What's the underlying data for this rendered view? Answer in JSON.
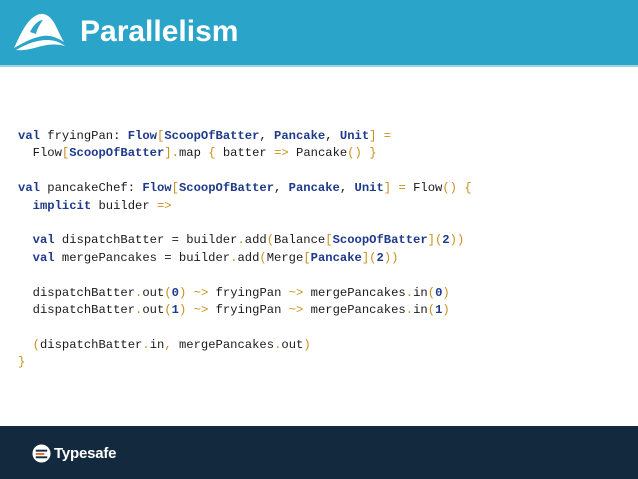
{
  "slide": {
    "title": "Parallelism"
  },
  "code_lines": [
    [
      [
        "kw",
        "val"
      ],
      [
        "t",
        " fryingPan: "
      ],
      [
        "ty",
        "Flow"
      ],
      [
        "pu",
        "["
      ],
      [
        "ty",
        "ScoopOfBatter"
      ],
      [
        "t",
        ", "
      ],
      [
        "ty",
        "Pancake"
      ],
      [
        "t",
        ", "
      ],
      [
        "ty",
        "Unit"
      ],
      [
        "pu",
        "]"
      ],
      [
        "t",
        " "
      ],
      [
        "pu",
        "="
      ]
    ],
    [
      [
        "t",
        "  Flow"
      ],
      [
        "pu",
        "["
      ],
      [
        "ty",
        "ScoopOfBatter"
      ],
      [
        "pu",
        "]"
      ],
      [
        "pu",
        "."
      ],
      [
        "t",
        "map "
      ],
      [
        "pu",
        "{"
      ],
      [
        "t",
        " batter "
      ],
      [
        "pu",
        "=>"
      ],
      [
        "t",
        " Pancake"
      ],
      [
        "pu",
        "()"
      ],
      [
        "t",
        " "
      ],
      [
        "pu",
        "}"
      ]
    ],
    [],
    [
      [
        "kw",
        "val"
      ],
      [
        "t",
        " pancakeChef: "
      ],
      [
        "ty",
        "Flow"
      ],
      [
        "pu",
        "["
      ],
      [
        "ty",
        "ScoopOfBatter"
      ],
      [
        "t",
        ", "
      ],
      [
        "ty",
        "Pancake"
      ],
      [
        "t",
        ", "
      ],
      [
        "ty",
        "Unit"
      ],
      [
        "pu",
        "]"
      ],
      [
        "t",
        " "
      ],
      [
        "pu",
        "="
      ],
      [
        "t",
        " Flow"
      ],
      [
        "pu",
        "()"
      ],
      [
        "t",
        " "
      ],
      [
        "pu",
        "{"
      ]
    ],
    [
      [
        "t",
        "  "
      ],
      [
        "kw",
        "implicit"
      ],
      [
        "t",
        " builder "
      ],
      [
        "pu",
        "=>"
      ]
    ],
    [],
    [
      [
        "t",
        "  "
      ],
      [
        "kw",
        "val"
      ],
      [
        "t",
        " dispatchBatter = builder"
      ],
      [
        "pu",
        "."
      ],
      [
        "t",
        "add"
      ],
      [
        "pu",
        "("
      ],
      [
        "t",
        "Balance"
      ],
      [
        "pu",
        "["
      ],
      [
        "ty",
        "ScoopOfBatter"
      ],
      [
        "pu",
        "]("
      ],
      [
        "nu",
        "2"
      ],
      [
        "pu",
        "))"
      ]
    ],
    [
      [
        "t",
        "  "
      ],
      [
        "kw",
        "val"
      ],
      [
        "t",
        " mergePancakes = builder"
      ],
      [
        "pu",
        "."
      ],
      [
        "t",
        "add"
      ],
      [
        "pu",
        "("
      ],
      [
        "t",
        "Merge"
      ],
      [
        "pu",
        "["
      ],
      [
        "ty",
        "Pancake"
      ],
      [
        "pu",
        "]("
      ],
      [
        "nu",
        "2"
      ],
      [
        "pu",
        "))"
      ]
    ],
    [],
    [
      [
        "t",
        "  dispatchBatter"
      ],
      [
        "pu",
        "."
      ],
      [
        "t",
        "out"
      ],
      [
        "pu",
        "("
      ],
      [
        "nu",
        "0"
      ],
      [
        "pu",
        ")"
      ],
      [
        "t",
        " "
      ],
      [
        "pu",
        "~>"
      ],
      [
        "t",
        " fryingPan "
      ],
      [
        "pu",
        "~>"
      ],
      [
        "t",
        " mergePancakes"
      ],
      [
        "pu",
        "."
      ],
      [
        "t",
        "in"
      ],
      [
        "pu",
        "("
      ],
      [
        "nu",
        "0"
      ],
      [
        "pu",
        ")"
      ]
    ],
    [
      [
        "t",
        "  dispatchBatter"
      ],
      [
        "pu",
        "."
      ],
      [
        "t",
        "out"
      ],
      [
        "pu",
        "("
      ],
      [
        "nu",
        "1"
      ],
      [
        "pu",
        ")"
      ],
      [
        "t",
        " "
      ],
      [
        "pu",
        "~>"
      ],
      [
        "t",
        " fryingPan "
      ],
      [
        "pu",
        "~>"
      ],
      [
        "t",
        " mergePancakes"
      ],
      [
        "pu",
        "."
      ],
      [
        "t",
        "in"
      ],
      [
        "pu",
        "("
      ],
      [
        "nu",
        "1"
      ],
      [
        "pu",
        ")"
      ]
    ],
    [],
    [
      [
        "t",
        "  "
      ],
      [
        "pu",
        "("
      ],
      [
        "t",
        "dispatchBatter"
      ],
      [
        "pu",
        "."
      ],
      [
        "t",
        "in"
      ],
      [
        "pu",
        ","
      ],
      [
        "t",
        " mergePancakes"
      ],
      [
        "pu",
        "."
      ],
      [
        "t",
        "out"
      ],
      [
        "pu",
        ")"
      ]
    ],
    [
      [
        "pu",
        "}"
      ]
    ]
  ],
  "footer": {
    "brand": "Typesafe"
  },
  "icons": {
    "header_logo": "mountain-wave-logo-icon",
    "footer_logo": "typesafe-mark-icon"
  },
  "colors": {
    "header_bg": "#2aa4c8",
    "footer_bg": "#13293d",
    "keyword": "#1e3a8a",
    "punctuation": "#c7911b"
  }
}
